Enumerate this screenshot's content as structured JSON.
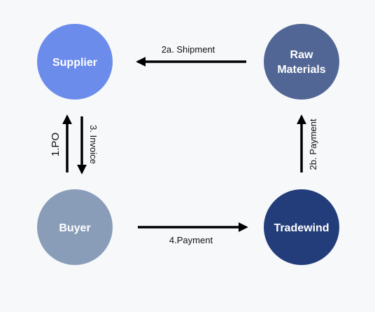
{
  "colors": {
    "background": "#f7f8fa",
    "supplier": "#6c8cec",
    "raw_materials": "#516694",
    "buyer": "#8a9db8",
    "tradewind": "#233d7a",
    "arrow": "#000000"
  },
  "nodes": {
    "supplier": {
      "label": "Supplier"
    },
    "raw_materials": {
      "label_line1": "Raw",
      "label_line2": "Materials"
    },
    "buyer": {
      "label": "Buyer"
    },
    "tradewind": {
      "label": "Tradewind"
    }
  },
  "edges": {
    "shipment": {
      "label": "2a. Shipment"
    },
    "po": {
      "label": "1.PO"
    },
    "invoice": {
      "label": "3. Invoice"
    },
    "payment_2b": {
      "label": "2b. Payment"
    },
    "payment_4": {
      "label": "4.Payment"
    }
  }
}
